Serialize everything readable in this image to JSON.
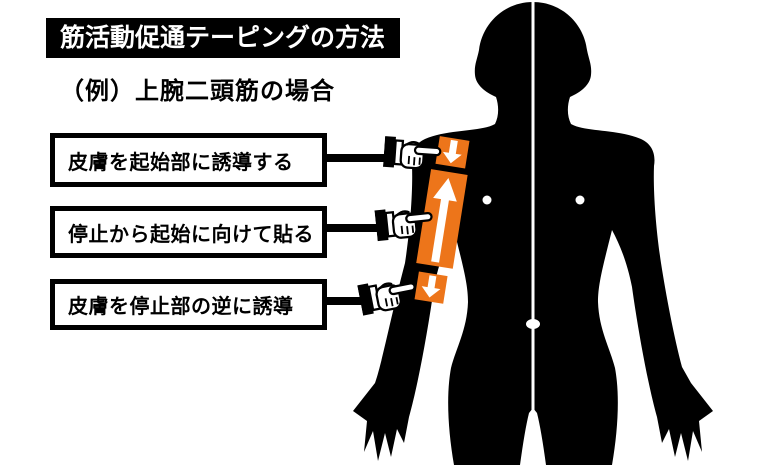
{
  "title": "筋活動促通テーピングの方法",
  "subtitle": "（例）上腕二頭筋の場合",
  "callouts": [
    {
      "text": "皮膚を起始部に誘導する"
    },
    {
      "text": "停止から起始に向けて貼る"
    },
    {
      "text": "皮膚を停止部の逆に誘導"
    }
  ],
  "diagram": {
    "tape_segments": [
      {
        "position": "top",
        "arrow_direction": "down"
      },
      {
        "position": "middle",
        "arrow_direction": "up"
      },
      {
        "position": "bottom",
        "arrow_direction": "down"
      }
    ]
  },
  "colors": {
    "tape": "#ED751A",
    "silhouette": "#000000",
    "background": "#FFFFFF",
    "title_bar_bg": "#000000",
    "title_bar_text": "#FFFFFF"
  }
}
